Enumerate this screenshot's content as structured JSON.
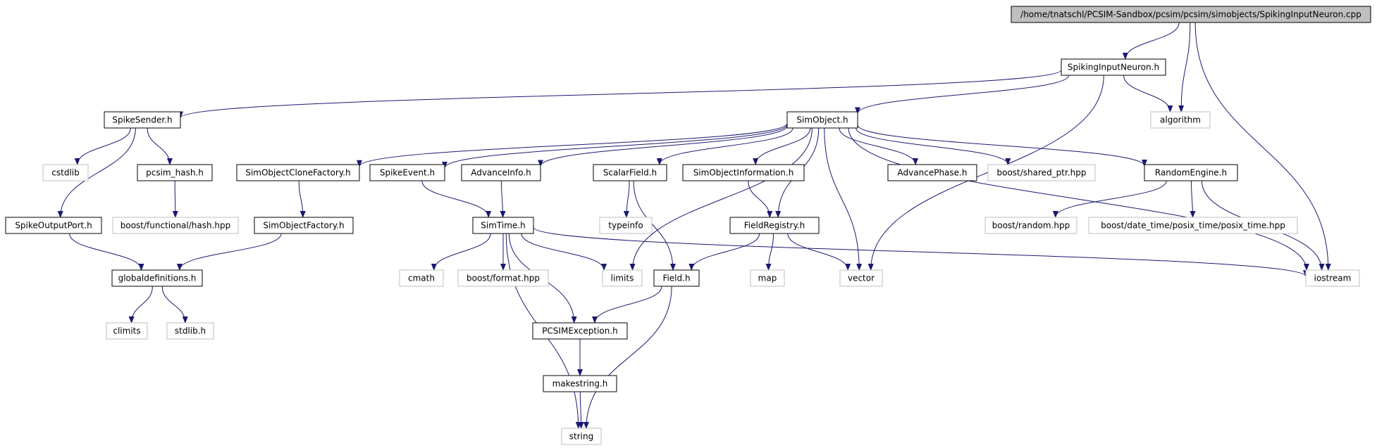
{
  "graph": {
    "edge_color": "#191970",
    "nodes": [
      {
        "id": "root",
        "label": "/home/tnatschl/PCSIM-Sandbox/pcsim/pcsim/simobjects/SpikingInputNeuron.cpp",
        "style": "root"
      },
      {
        "id": "spikinginputneuron_h",
        "label": "SpikingInputNeuron.h",
        "style": "normal"
      },
      {
        "id": "algorithm",
        "label": "algorithm",
        "style": "gray"
      },
      {
        "id": "iostream",
        "label": "iostream",
        "style": "gray"
      },
      {
        "id": "spikesender_h",
        "label": "SpikeSender.h",
        "style": "normal"
      },
      {
        "id": "simobject_h",
        "label": "SimObject.h",
        "style": "normal"
      },
      {
        "id": "cstdlib",
        "label": "cstdlib",
        "style": "gray"
      },
      {
        "id": "pcsim_hash_h",
        "label": "pcsim_hash.h",
        "style": "normal"
      },
      {
        "id": "spikeoutputport_h",
        "label": "SpikeOutputPort.h",
        "style": "normal"
      },
      {
        "id": "boost_functional_hash",
        "label": "boost/functional/hash.hpp",
        "style": "gray"
      },
      {
        "id": "globaldefinitions_h",
        "label": "globaldefinitions.h",
        "style": "normal"
      },
      {
        "id": "climits",
        "label": "climits",
        "style": "gray"
      },
      {
        "id": "stdlib_h",
        "label": "stdlib.h",
        "style": "gray"
      },
      {
        "id": "simobjectclonefactory_h",
        "label": "SimObjectCloneFactory.h",
        "style": "normal"
      },
      {
        "id": "simobjectfactory_h",
        "label": "SimObjectFactory.h",
        "style": "normal"
      },
      {
        "id": "spikeevent_h",
        "label": "SpikeEvent.h",
        "style": "normal"
      },
      {
        "id": "advanceinfo_h",
        "label": "AdvanceInfo.h",
        "style": "normal"
      },
      {
        "id": "simtime_h",
        "label": "SimTime.h",
        "style": "normal"
      },
      {
        "id": "cmath",
        "label": "cmath",
        "style": "gray"
      },
      {
        "id": "boost_format",
        "label": "boost/format.hpp",
        "style": "gray"
      },
      {
        "id": "limits",
        "label": "limits",
        "style": "gray"
      },
      {
        "id": "scalarfield_h",
        "label": "ScalarField.h",
        "style": "normal"
      },
      {
        "id": "typeinfo",
        "label": "typeinfo",
        "style": "gray"
      },
      {
        "id": "field_h",
        "label": "Field.h",
        "style": "normal"
      },
      {
        "id": "simobjectinformation_h",
        "label": "SimObjectInformation.h",
        "style": "normal"
      },
      {
        "id": "fieldregistry_h",
        "label": "FieldRegistry.h",
        "style": "normal"
      },
      {
        "id": "map",
        "label": "map",
        "style": "gray"
      },
      {
        "id": "vector",
        "label": "vector",
        "style": "gray"
      },
      {
        "id": "advancephase_h",
        "label": "AdvancePhase.h",
        "style": "normal"
      },
      {
        "id": "boost_shared_ptr",
        "label": "boost/shared_ptr.hpp",
        "style": "gray"
      },
      {
        "id": "randomengine_h",
        "label": "RandomEngine.h",
        "style": "normal"
      },
      {
        "id": "boost_random",
        "label": "boost/random.hpp",
        "style": "gray"
      },
      {
        "id": "boost_posix_time",
        "label": "boost/date_time/posix_time/posix_time.hpp",
        "style": "gray"
      },
      {
        "id": "pcsimexception_h",
        "label": "PCSIMException.h",
        "style": "normal"
      },
      {
        "id": "makestring_h",
        "label": "makestring.h",
        "style": "normal"
      },
      {
        "id": "string",
        "label": "string",
        "style": "gray"
      }
    ],
    "edges": [
      {
        "from": "root",
        "to": "spikinginputneuron_h"
      },
      {
        "from": "root",
        "to": "algorithm"
      },
      {
        "from": "root",
        "to": "iostream"
      },
      {
        "from": "spikinginputneuron_h",
        "to": "spikesender_h"
      },
      {
        "from": "spikinginputneuron_h",
        "to": "simobject_h"
      },
      {
        "from": "spikinginputneuron_h",
        "to": "algorithm"
      },
      {
        "from": "spikinginputneuron_h",
        "to": "vector"
      },
      {
        "from": "spikesender_h",
        "to": "cstdlib"
      },
      {
        "from": "spikesender_h",
        "to": "pcsim_hash_h"
      },
      {
        "from": "spikesender_h",
        "to": "spikeoutputport_h"
      },
      {
        "from": "pcsim_hash_h",
        "to": "boost_functional_hash"
      },
      {
        "from": "spikeoutputport_h",
        "to": "globaldefinitions_h"
      },
      {
        "from": "globaldefinitions_h",
        "to": "climits"
      },
      {
        "from": "globaldefinitions_h",
        "to": "stdlib_h"
      },
      {
        "from": "simobject_h",
        "to": "simobjectclonefactory_h"
      },
      {
        "from": "simobject_h",
        "to": "spikeevent_h"
      },
      {
        "from": "simobject_h",
        "to": "advanceinfo_h"
      },
      {
        "from": "simobject_h",
        "to": "limits"
      },
      {
        "from": "simobject_h",
        "to": "scalarfield_h"
      },
      {
        "from": "simobject_h",
        "to": "simobjectinformation_h"
      },
      {
        "from": "simobject_h",
        "to": "fieldregistry_h"
      },
      {
        "from": "simobject_h",
        "to": "vector"
      },
      {
        "from": "simobject_h",
        "to": "advancephase_h"
      },
      {
        "from": "simobject_h",
        "to": "boost_shared_ptr"
      },
      {
        "from": "simobject_h",
        "to": "randomengine_h"
      },
      {
        "from": "simobject_h",
        "to": "iostream"
      },
      {
        "from": "simobjectclonefactory_h",
        "to": "simobjectfactory_h"
      },
      {
        "from": "simobjectfactory_h",
        "to": "globaldefinitions_h"
      },
      {
        "from": "spikeevent_h",
        "to": "simtime_h"
      },
      {
        "from": "advanceinfo_h",
        "to": "simtime_h"
      },
      {
        "from": "simtime_h",
        "to": "string"
      },
      {
        "from": "simtime_h",
        "to": "cmath"
      },
      {
        "from": "simtime_h",
        "to": "boost_format"
      },
      {
        "from": "simtime_h",
        "to": "limits"
      },
      {
        "from": "simtime_h",
        "to": "pcsimexception_h"
      },
      {
        "from": "simtime_h",
        "to": "iostream"
      },
      {
        "from": "scalarfield_h",
        "to": "typeinfo"
      },
      {
        "from": "scalarfield_h",
        "to": "field_h"
      },
      {
        "from": "simobjectinformation_h",
        "to": "fieldregistry_h"
      },
      {
        "from": "fieldregistry_h",
        "to": "field_h"
      },
      {
        "from": "fieldregistry_h",
        "to": "map"
      },
      {
        "from": "fieldregistry_h",
        "to": "vector"
      },
      {
        "from": "field_h",
        "to": "pcsimexception_h"
      },
      {
        "from": "field_h",
        "to": "string"
      },
      {
        "from": "pcsimexception_h",
        "to": "makestring_h"
      },
      {
        "from": "makestring_h",
        "to": "string"
      },
      {
        "from": "randomengine_h",
        "to": "boost_random"
      },
      {
        "from": "randomengine_h",
        "to": "boost_posix_time"
      },
      {
        "from": "randomengine_h",
        "to": "iostream"
      }
    ]
  }
}
